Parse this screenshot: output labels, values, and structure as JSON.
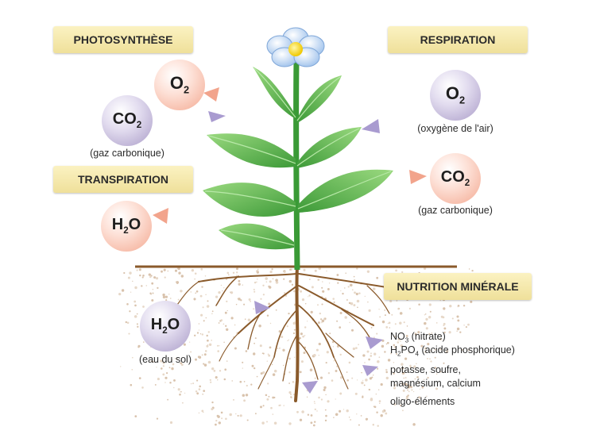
{
  "labels": {
    "photosynthese": "PHOTOSYNTHÈSE",
    "respiration": "RESPIRATION",
    "transpiration": "TRANSPIRATION",
    "nutrition": "NUTRITION MINÉRALE"
  },
  "molecules": {
    "o2_photo": {
      "base": "O",
      "sub": "2",
      "color": "pink"
    },
    "co2_photo": {
      "base": "CO",
      "sub": "2",
      "color": "violet",
      "caption": "(gaz carbonique)"
    },
    "h2o_transp": {
      "pre": "H",
      "sub": "2",
      "post": "O",
      "color": "pink"
    },
    "o2_resp": {
      "base": "O",
      "sub": "2",
      "color": "violet",
      "caption": "(oxygène de l'air)"
    },
    "co2_resp": {
      "base": "CO",
      "sub": "2",
      "color": "pink",
      "caption": "(gaz carbonique)"
    },
    "h2o_soil": {
      "pre": "H",
      "sub": "2",
      "post": "O",
      "color": "violet",
      "caption": "(eau du sol)"
    }
  },
  "minerals": {
    "nitrate": {
      "pre": "NO",
      "sub": "3",
      "post": " (nitrate)"
    },
    "phosphoric": {
      "pre": "H",
      "sub1": "2",
      "mid": "PO",
      "sub2": "4",
      "post": " (acide phosphorique)"
    },
    "potasse": "potasse, soufre,",
    "magnesium": "magnésium, calcium",
    "oligo": "oligo-éléments"
  },
  "colors": {
    "pink_arrow": "#f2a48c",
    "violet_arrow": "#a99bd0",
    "leaf_dark": "#3f9a3a",
    "leaf_light": "#8fd27a",
    "root": "#8a5a2b",
    "flower": "#a9c8ee",
    "label_bg": "#f4e8b0"
  }
}
